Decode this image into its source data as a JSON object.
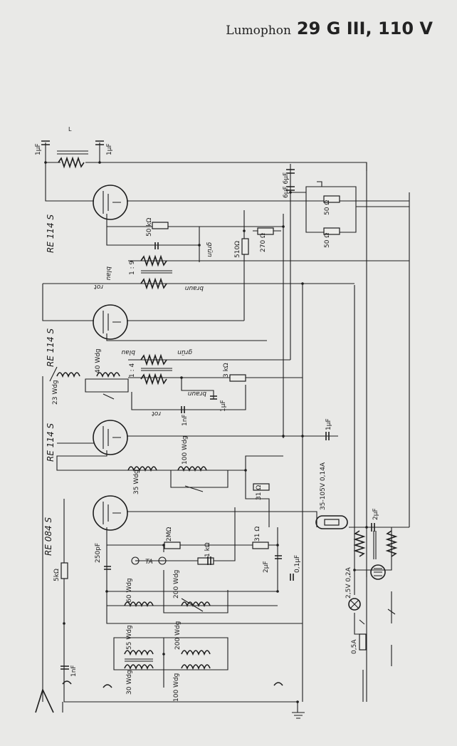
{
  "header": {
    "brand": "Lumophon",
    "model": "29 G III, 110 V"
  },
  "tubes": [
    "RE 114 S",
    "RE 114 S",
    "RE 114 S",
    "RE 084 S"
  ],
  "labels": {
    "c_1uF_a": "1µF",
    "c_1uF_b": "1µF",
    "l_top": "L",
    "r_50k": "50 kΩ",
    "blau_1": "blau",
    "grun_1": "grün",
    "ratio_1": "1 : 9",
    "rot_1": "rot",
    "braun_1": "braun",
    "r_510": "510Ω",
    "r_270": "270 Ω",
    "c_6uF": "6µF 6µF",
    "r_50a": "50 Ω",
    "r_50b": "50 Ω",
    "blau_2": "blau",
    "grun_2": "grün",
    "ratio_2": "1 : 4",
    "l_40": "40 Wdg",
    "l_23": "23 Wdg",
    "r_3k": "3 kΩ",
    "braun_2": "braun",
    "rot_2": "rot",
    "c_1nF_a": "1nF",
    "c_1uF_c": "1µF",
    "c_1uF_d": "1µF",
    "l_100": "100 Wdg",
    "l_35": "35 Wdg",
    "r_31a": "31 Ω",
    "pilot": "35-105V 0,14A",
    "c_2uF_a": "2µF",
    "r_2M": "2MΩ",
    "ta": "TA",
    "r_1k": "1 kΩ",
    "r_31b": "31 Ω",
    "c_2uF_b": "2µF",
    "c_01uF": "0,1µF",
    "c_250pF": "250pF",
    "r_5k": "5kΩ",
    "l_60": "60 Wdg",
    "l_200a": "200 Wdg",
    "lamp": "2,5V 0,2A",
    "fuse": "0,5A",
    "l_55": "55 Wdg",
    "l_200b": "200 Wdg",
    "l_30": "30 Wdg",
    "l_100b": "100 Wdg",
    "c_1nF_b": "1nF"
  }
}
